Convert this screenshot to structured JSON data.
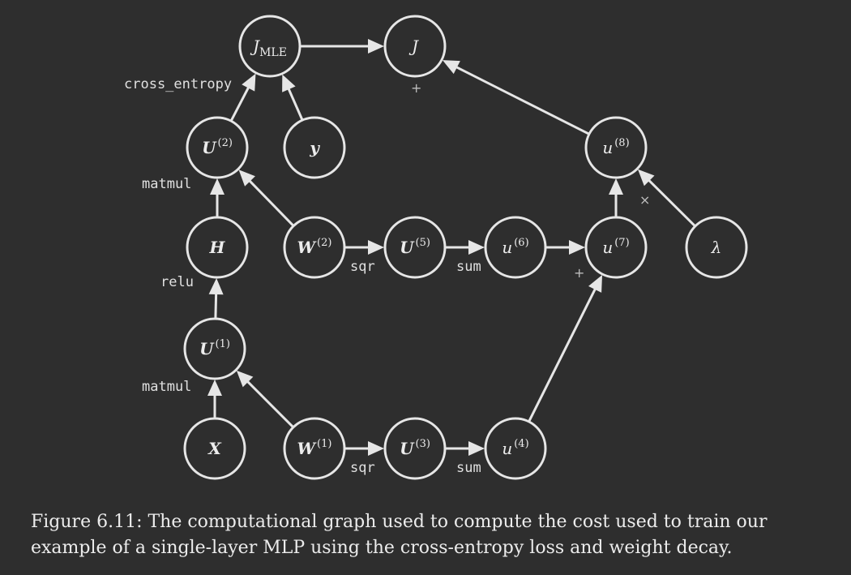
{
  "diagram": {
    "nodes": [
      {
        "id": "jmle",
        "main": "J",
        "sub": "MLE",
        "sup": "",
        "style": "ital"
      },
      {
        "id": "j",
        "main": "J",
        "sub": "",
        "sup": "",
        "style": "ital"
      },
      {
        "id": "u2",
        "main": "U",
        "sub": "",
        "sup": "(2)",
        "style": "bold"
      },
      {
        "id": "y",
        "main": "y",
        "sub": "",
        "sup": "",
        "style": "bold"
      },
      {
        "id": "u8",
        "main": "u",
        "sub": "",
        "sup": "(8)",
        "style": "ital"
      },
      {
        "id": "h",
        "main": "H",
        "sub": "",
        "sup": "",
        "style": "bold"
      },
      {
        "id": "w2",
        "main": "W",
        "sub": "",
        "sup": "(2)",
        "style": "bold"
      },
      {
        "id": "u5",
        "main": "U",
        "sub": "",
        "sup": "(5)",
        "style": "bold"
      },
      {
        "id": "u6",
        "main": "u",
        "sub": "",
        "sup": "(6)",
        "style": "ital"
      },
      {
        "id": "u7",
        "main": "u",
        "sub": "",
        "sup": "(7)",
        "style": "ital"
      },
      {
        "id": "lambda",
        "main": "λ",
        "sub": "",
        "sup": "",
        "style": "ital"
      },
      {
        "id": "u1",
        "main": "U",
        "sub": "",
        "sup": "(1)",
        "style": "bold"
      },
      {
        "id": "x",
        "main": "X",
        "sub": "",
        "sup": "",
        "style": "bold"
      },
      {
        "id": "w1",
        "main": "W",
        "sub": "",
        "sup": "(1)",
        "style": "bold"
      },
      {
        "id": "u3",
        "main": "U",
        "sub": "",
        "sup": "(3)",
        "style": "bold"
      },
      {
        "id": "u4",
        "main": "u",
        "sub": "",
        "sup": "(4)",
        "style": "ital"
      }
    ],
    "edges": [
      {
        "from": "jmle",
        "to": "j"
      },
      {
        "from": "u2",
        "to": "jmle"
      },
      {
        "from": "y",
        "to": "jmle"
      },
      {
        "from": "u8",
        "to": "j"
      },
      {
        "from": "h",
        "to": "u2"
      },
      {
        "from": "w2",
        "to": "u2"
      },
      {
        "from": "w2",
        "to": "u5"
      },
      {
        "from": "u5",
        "to": "u6"
      },
      {
        "from": "u6",
        "to": "u7"
      },
      {
        "from": "u7",
        "to": "u8"
      },
      {
        "from": "lambda",
        "to": "u8"
      },
      {
        "from": "u1",
        "to": "h"
      },
      {
        "from": "x",
        "to": "u1"
      },
      {
        "from": "w1",
        "to": "u1"
      },
      {
        "from": "w1",
        "to": "u3"
      },
      {
        "from": "u3",
        "to": "u4"
      },
      {
        "from": "u4",
        "to": "u7"
      }
    ],
    "ops": {
      "cross_entropy": "cross_entropy",
      "matmul_top": "matmul",
      "relu": "relu",
      "matmul_bottom": "matmul",
      "sqr_top": "sqr",
      "sum_top": "sum",
      "sqr_bottom": "sqr",
      "sum_bottom": "sum",
      "plus_j": "+",
      "plus_u7": "+",
      "times_u8": "×"
    }
  },
  "caption": "Figure 6.11: The computational graph used to compute the cost used to train our example of a single-layer MLP using the cross-entropy loss and weight decay."
}
